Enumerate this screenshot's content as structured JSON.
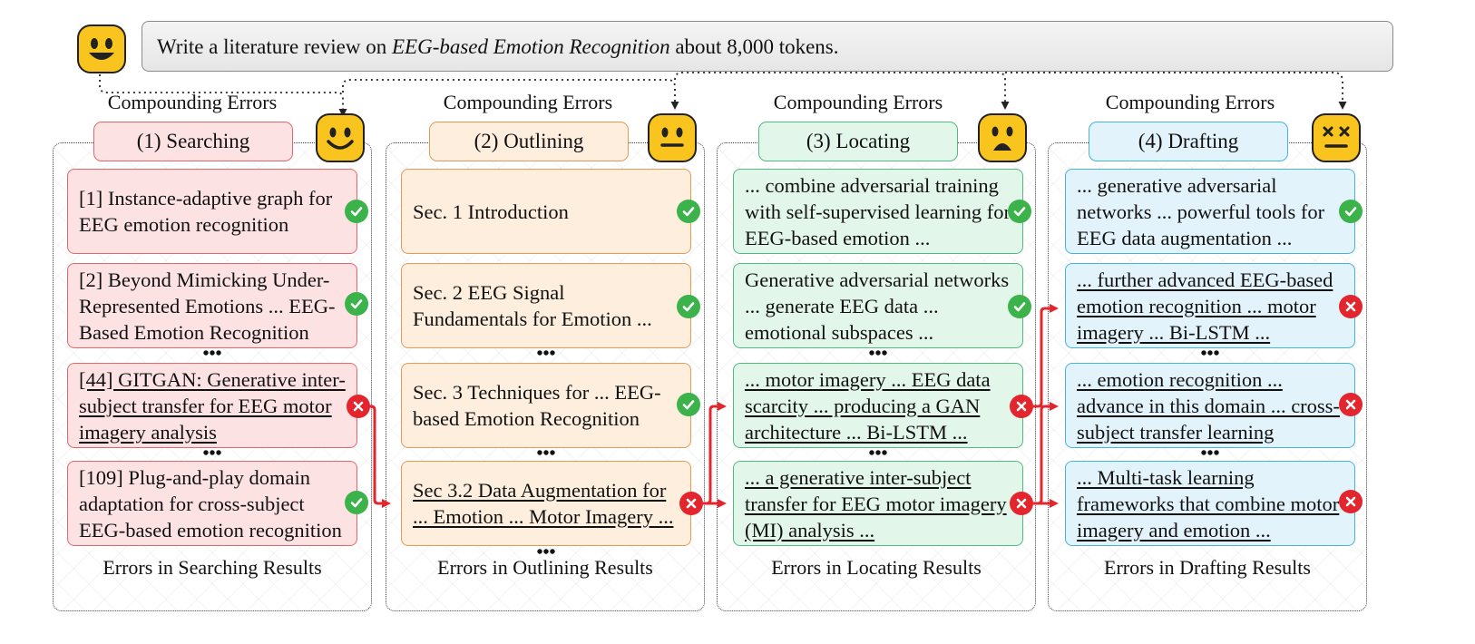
{
  "prompt": {
    "text_before": "Write a literature review on ",
    "text_emphasis": "EEG-based Emotion Recognition",
    "text_after": " about 8,000 tokens."
  },
  "compounding_label": "Compounding Errors",
  "ellipsis": "•••",
  "stages": [
    {
      "label": "(1) Searching",
      "face": "smiling-face",
      "footer": "Errors in Searching Results",
      "cards": [
        {
          "text": "[1] Instance-adaptive graph for EEG emotion recognition",
          "status": "correct"
        },
        {
          "text": "[2] Beyond Mimicking Under-Represented Emotions ... EEG-Based Emotion Recognition",
          "status": "correct"
        },
        {
          "text": "[44] GITGAN: Generative inter-subject transfer for EEG motor imagery analysis",
          "status": "error"
        },
        {
          "text": "[109] Plug-and-play domain adaptation for cross-subject EEG-based emotion recognition",
          "status": "correct"
        }
      ]
    },
    {
      "label": "(2) Outlining",
      "face": "neutral-face",
      "footer": "Errors in Outlining Results",
      "cards": [
        {
          "text": "Sec. 1 Introduction",
          "status": "correct"
        },
        {
          "text": "Sec. 2 EEG Signal Fundamentals for Emotion ...",
          "status": "correct"
        },
        {
          "text": "Sec. 3 Techniques for ... EEG-based Emotion Recognition",
          "status": "correct"
        },
        {
          "text": "Sec 3.2 Data Augmentation for ... Emotion ... Motor Imagery ...",
          "status": "error"
        }
      ]
    },
    {
      "label": "(3) Locating",
      "face": "shocked-face",
      "footer": "Errors in Locating Results",
      "cards": [
        {
          "text": "... combine adversarial training with self-supervised learning for EEG-based emotion ...",
          "status": "correct"
        },
        {
          "text": "Generative adversarial networks ... generate EEG data ... emotional subspaces ...",
          "status": "correct"
        },
        {
          "text": "... motor imagery ... EEG data scarcity ... producing a GAN architecture ... Bi-LSTM ...",
          "status": "error"
        },
        {
          "text": "... a generative inter-subject transfer for EEG motor imagery (MI) analysis ...",
          "status": "error"
        }
      ]
    },
    {
      "label": "(4) Drafting",
      "face": "dizzy-face",
      "footer": "Errors in Drafting Results",
      "cards": [
        {
          "text": "... generative adversarial networks ... powerful tools for EEG data augmentation ...",
          "status": "correct"
        },
        {
          "text": "... further advanced EEG-based emotion recognition ... motor imagery ... Bi-LSTM ...",
          "status": "error"
        },
        {
          "text": "... emotion recognition ... advance in this domain ... cross-subject transfer learning",
          "status": "error"
        },
        {
          "text": "... Multi-task learning frameworks that combine motor imagery and emotion ...",
          "status": "error"
        }
      ]
    }
  ],
  "colors": {
    "searching": "#e2686c",
    "outlining": "#e39b56",
    "locating": "#52b982",
    "drafting": "#45b3de",
    "correct": "#3bb24a",
    "error": "#e3252d",
    "emoji": "#f8c41d"
  }
}
